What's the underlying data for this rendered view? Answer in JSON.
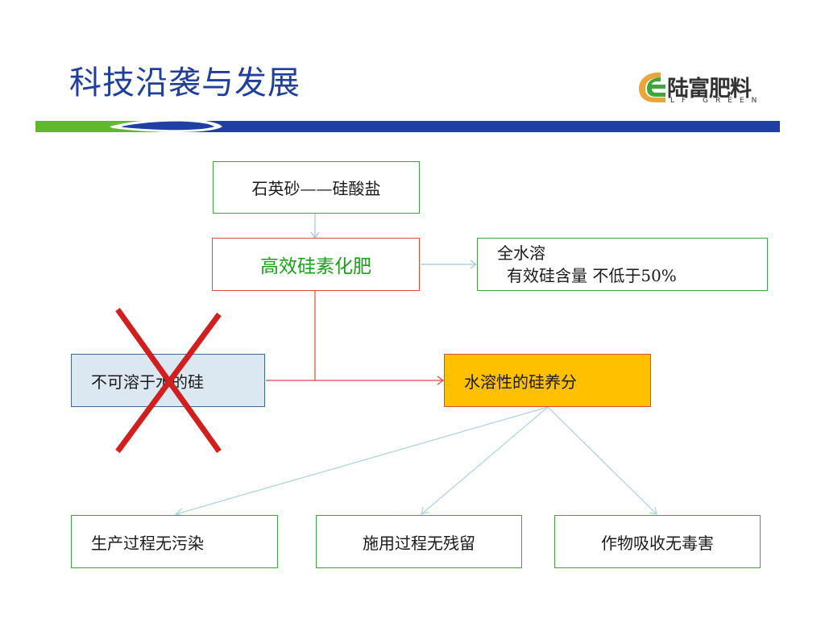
{
  "title": "科技沿袭与发展",
  "logo": {
    "name": "陆富肥料",
    "sub": "LF GREEN"
  },
  "colors": {
    "title": "#1f3f9a",
    "bar_blue": "#1f3fa5",
    "bar_green": "#5fb82e",
    "box_green_border": "#3fa63f",
    "box_red_border": "#e2453a",
    "highlight_fill": "#ffc000",
    "insoluble_fill": "#dbe8f2",
    "cross": "#d11f1f",
    "accent_text": "#1aa11a"
  },
  "nodes": {
    "quartz": "石英砂——硅酸盐",
    "fertilizer": "高效硅素化肥",
    "props": {
      "line1": "全水溶",
      "line2": "有效硅含量  不低于50%"
    },
    "insoluble": "不可溶于水的硅",
    "soluble": "水溶性的硅养分",
    "benefit1": "生产过程无污染",
    "benefit2": "施用过程无残留",
    "benefit3": "作物吸收无毒害"
  },
  "icons": {
    "logo": "leaf-logo-icon",
    "cross": "cross-icon"
  }
}
